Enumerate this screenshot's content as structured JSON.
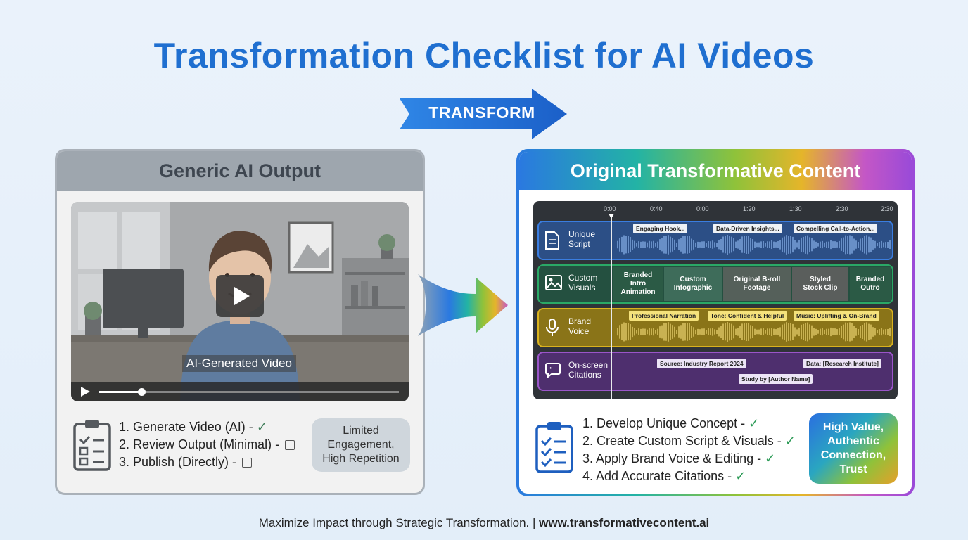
{
  "title": "Transformation Checklist for AI Videos",
  "transform_label": "TRANSFORM",
  "left": {
    "heading": "Generic AI Output",
    "video_caption": "AI-Generated Video",
    "video_progress_fraction": 0.14,
    "checklist": [
      {
        "text": "1. Generate Video (AI) - ",
        "status": "✓"
      },
      {
        "text": "2. Review Output (Minimal) - ",
        "status": "unchecked"
      },
      {
        "text": "3. Publish (Directly) - ",
        "status": "unchecked"
      }
    ],
    "bubble_lines": [
      "Limited",
      "Engagement,",
      "High Repetition"
    ]
  },
  "right": {
    "heading": "Original Transformative Content",
    "timeline_ticks": [
      "0:00",
      "0:40",
      "0:00",
      "1:20",
      "1:30",
      "2:30",
      "2:30"
    ],
    "tracks": [
      {
        "name": "Unique\nScript",
        "color": "#3a7de0",
        "icon": "document-icon",
        "tags": [
          "Engaging Hook...",
          "Data-Driven Insights...",
          "Compelling Call-to-Action..."
        ]
      },
      {
        "name": "Custom\nVisuals",
        "color": "#2aa866",
        "icon": "image-icon",
        "clips": [
          "Branded\nIntro\nAnimation",
          "Custom\nInfographic",
          "Original B-roll\nFootage",
          "Styled\nStock Clip",
          "Branded\nOutro"
        ]
      },
      {
        "name": "Brand\nVoice",
        "color": "#d9b21e",
        "icon": "microphone-icon",
        "tags": [
          "Professional Narration",
          "Tone: Confident & Helpful",
          "Music: Uplifting & On-Brand"
        ]
      },
      {
        "name": "On-screen\nCitations",
        "color": "#9a55c8",
        "icon": "quote-icon",
        "tags": [
          "Source: Industry Report 2024",
          "Study by [Author Name]",
          "Data: [Research Institute]"
        ]
      }
    ],
    "checklist": [
      {
        "text": "1. Develop Unique Concept - ",
        "status": "✓"
      },
      {
        "text": "2. Create Custom Script & Visuals - ",
        "status": "✓"
      },
      {
        "text": "3. Apply Brand Voice & Editing - ",
        "status": "✓"
      },
      {
        "text": "4. Add Accurate Citations - ",
        "status": "✓"
      }
    ],
    "bubble_lines": [
      "High Value,",
      "Authentic",
      "Connection,",
      "Trust"
    ]
  },
  "footer": {
    "text": "Maximize Impact through Strategic Transformation. | ",
    "url": "www.transformativecontent.ai"
  }
}
